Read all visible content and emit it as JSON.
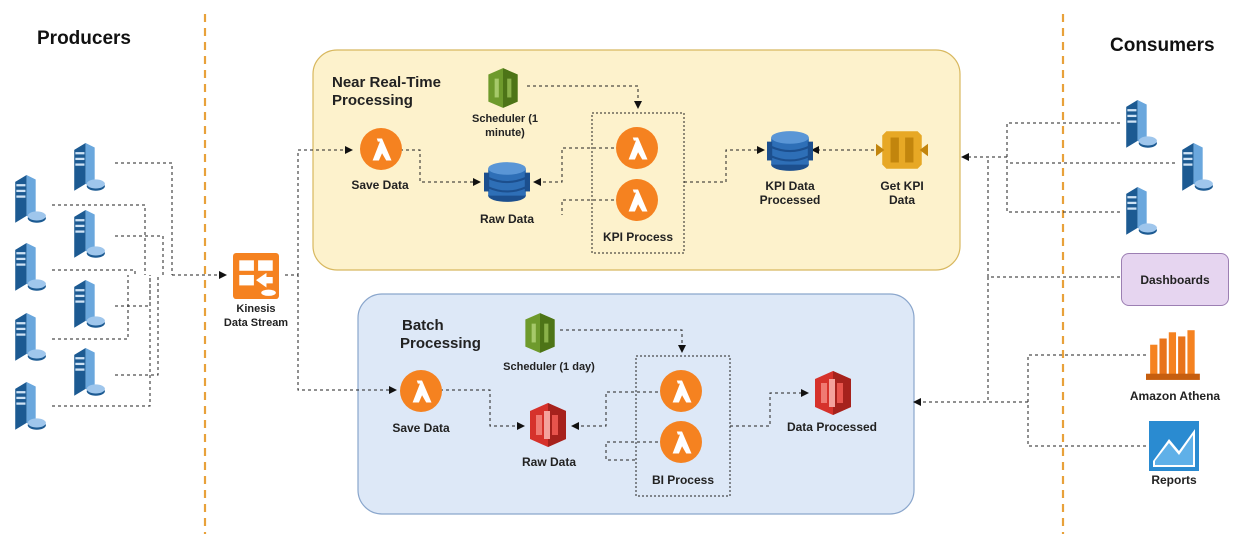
{
  "producers_heading": "Producers",
  "consumers_heading": "Consumers",
  "realtime": {
    "title": "Near Real-Time Processing",
    "title_line1": "Near Real-Time",
    "title_line2": "Processing",
    "scheduler_label_line1": "Scheduler (1",
    "scheduler_label_line2": "minute)",
    "save_data_label": "Save Data",
    "raw_data_label": "Raw Data",
    "kpi_process_label": "KPI Process",
    "kpi_processed_line1": "KPI Data",
    "kpi_processed_line2": "Processed",
    "get_kpi_line1": "Get KPI",
    "get_kpi_line2": "Data"
  },
  "batch": {
    "title_line1": "Batch",
    "title_line2": "Processing",
    "scheduler_label": "Scheduler (1 day)",
    "save_data_label": "Save Data",
    "raw_data_label": "Raw Data",
    "bi_process_label": "BI Process",
    "data_processed_label": "Data Processed"
  },
  "kinesis_line1": "Kinesis",
  "kinesis_line2": "Data Stream",
  "consumers": {
    "dashboards_label": "Dashboards",
    "athena_label": "Amazon Athena",
    "reports_label": "Reports"
  },
  "colors": {
    "realtime_zone": "#fdf2cc",
    "batch_zone": "#dde8f7",
    "lambda": "#f58220",
    "dynamodb": "#2e6fb7",
    "s3": "#d6322b",
    "scheduler": "#6e9a2c",
    "api_gateway": "#e7a825",
    "athena": "#f58220",
    "divider": "#e8a13a"
  },
  "icons": [
    "server-icon",
    "kinesis-icon",
    "lambda-icon",
    "dynamodb-icon",
    "s3-icon",
    "scheduler-icon",
    "api-gateway-icon",
    "athena-icon",
    "quicksight-icon"
  ]
}
